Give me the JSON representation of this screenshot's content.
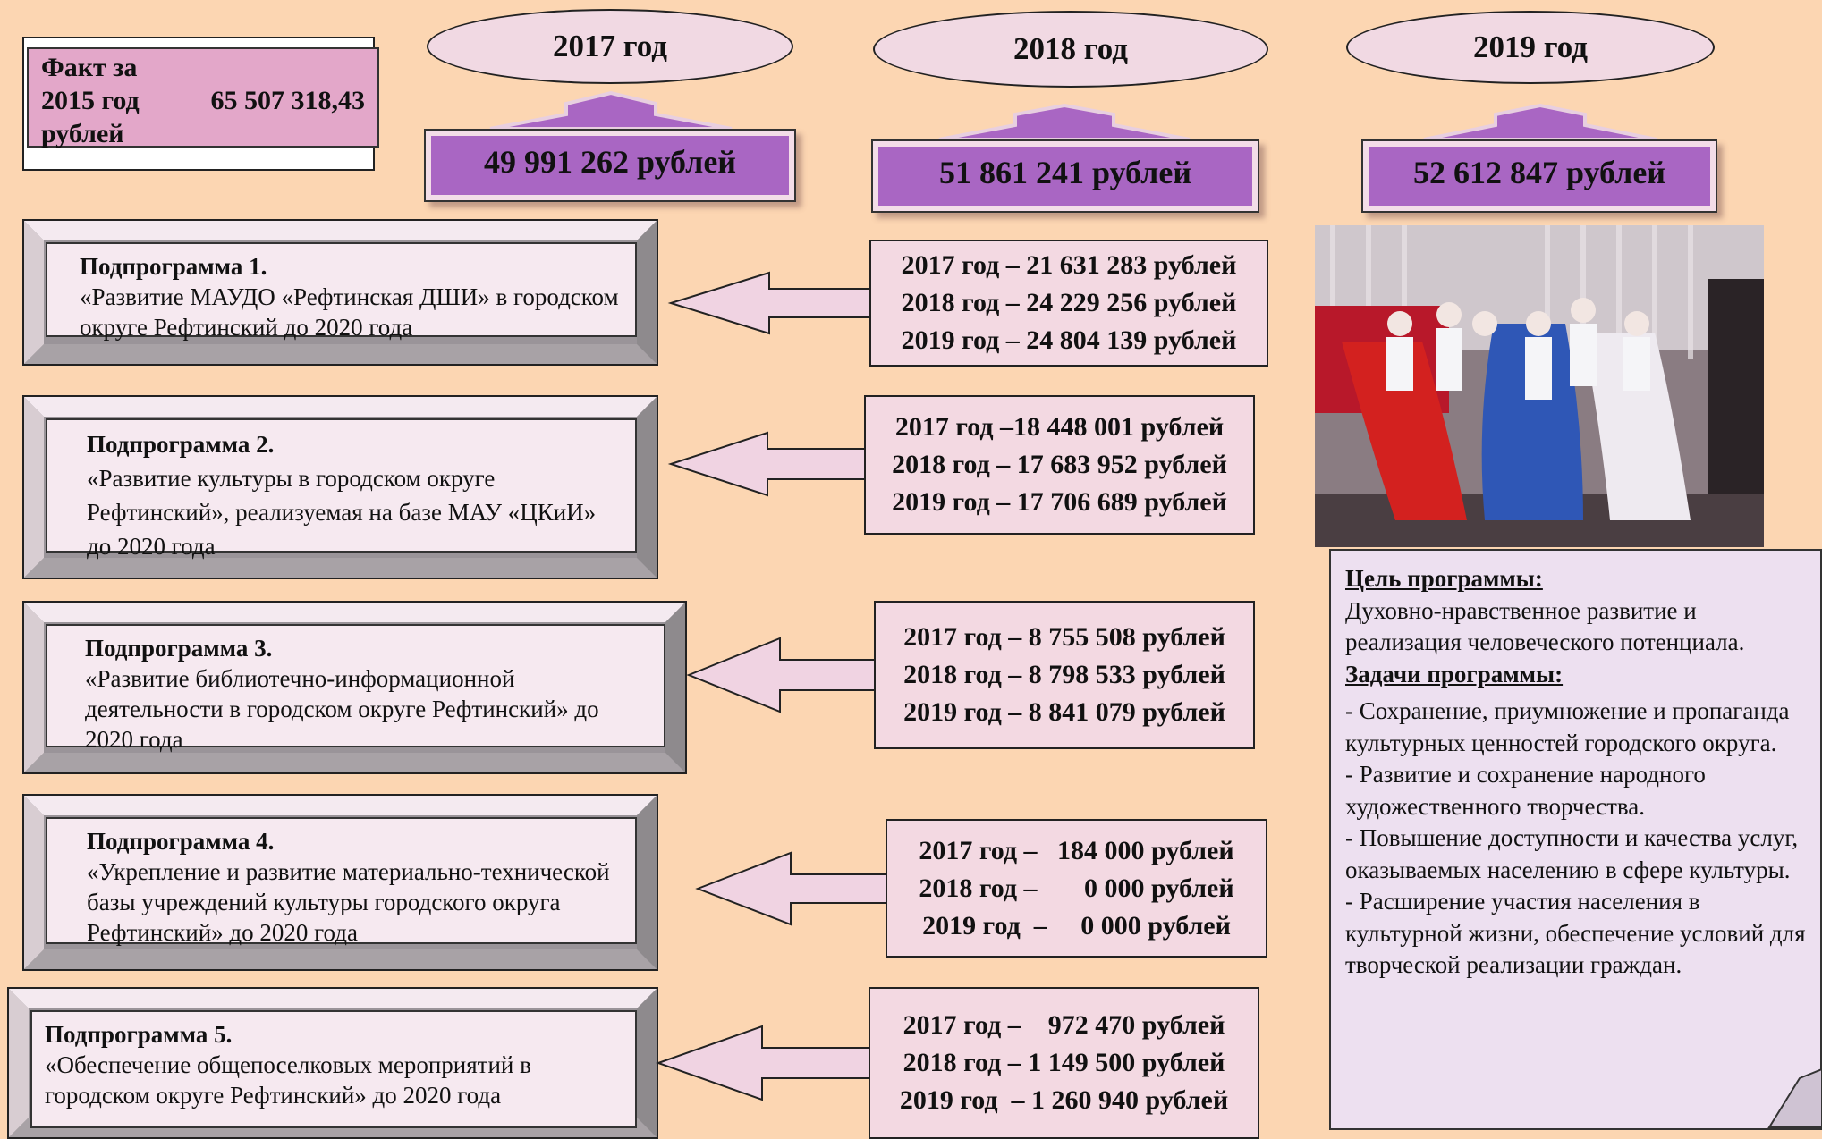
{
  "fact": {
    "line1": "Факт за",
    "line2a": "2015 год",
    "line2b": "65 507 318,43",
    "line3": "рублей"
  },
  "years": [
    {
      "label": "2017 год",
      "total": "49 991 262 рублей"
    },
    {
      "label": "2018 год",
      "total": "51 861 241 рублей"
    },
    {
      "label": "2019 год",
      "total": "52 612 847 рублей"
    }
  ],
  "subprograms": [
    {
      "title": "Подпрограмма 1.",
      "text": "«Развитие МАУДО «Рефтинская ДШИ» в городском округе Рефтинский до 2020 года",
      "amounts": [
        "2017 год – 21 631 283 рублей",
        "2018 год – 24 229 256 рублей",
        "2019 год – 24 804 139 рублей"
      ]
    },
    {
      "title": "Подпрограмма 2.",
      "text": "«Развитие культуры в городском округе Рефтинский», реализуемая на базе МАУ «ЦКиИ» до 2020 года",
      "amounts": [
        "2017 год –18 448 001 рублей",
        "2018 год – 17 683 952 рублей",
        "2019 год – 17 706 689 рублей"
      ]
    },
    {
      "title": "Подпрограмма 3.",
      "text": "«Развитие библиотечно-информационной деятельности в городском округе Рефтинский» до 2020 года",
      "amounts": [
        "2017 год – 8 755 508 рублей",
        "2018 год – 8 798 533 рублей",
        "2019 год – 8 841 079 рублей"
      ]
    },
    {
      "title": "Подпрограмма 4.",
      "text": "«Укрепление и развитие материально-технической базы учреждений культуры городского округа Рефтинский» до 2020 года",
      "amounts": [
        "2017 год –   184 000 рублей",
        "2018 год –       0 000 рублей",
        "2019 год  –     0 000 рублей"
      ]
    },
    {
      "title": "Подпрограмма 5.",
      "text": "«Обеспечение общепоселковых мероприятий в городском округе Рефтинский» до 2020 года",
      "amounts": [
        "2017 год –    972 470 рублей",
        "2018 год – 1 149 500 рублей",
        "2019 год  – 1 260 940 рублей"
      ]
    }
  ],
  "goals": {
    "goal_header": "Цель программы:",
    "goal_text": " Духовно-нравственное развитие и реализация человеческого потенциала.",
    "tasks_header": "Задачи программы:",
    "tasks": [
      " - Сохранение, приумножение и пропаганда культурных ценностей городского округа.",
      "- Развитие и сохранение народного художественного творчества.",
      "- Повышение доступности и качества услуг, оказываемых населению в сфере  культуры.",
      "- Расширение участия населения в культурной жизни, обеспечение условий для творческой реализации граждан."
    ]
  },
  "colors": {
    "background": "#fcd6b2",
    "total_box": "#a966c3",
    "fact_box": "#e3a7c9",
    "amount_box": "#f3d9e2",
    "goals_panel": "#ede0f0"
  }
}
